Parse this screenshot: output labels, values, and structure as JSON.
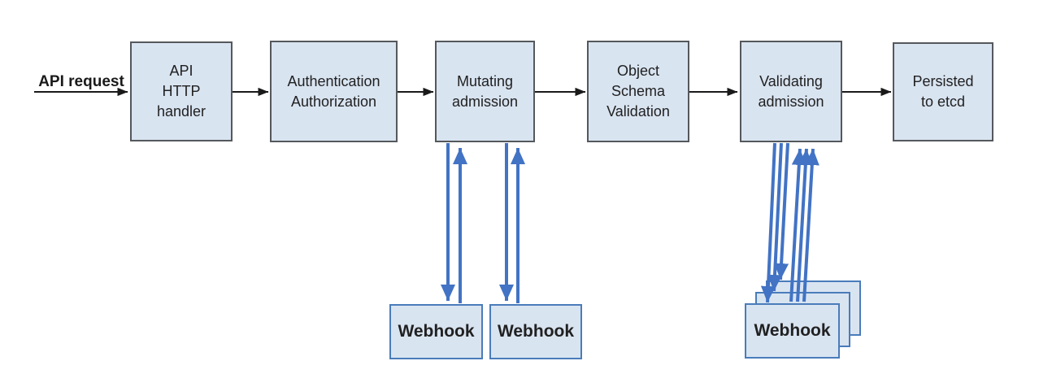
{
  "colors": {
    "box-fill": "#d9e4f1",
    "box-border": "#55585c",
    "webhook-border": "#4a7cba",
    "arrow-blue": "#4273c4",
    "arrow-black": "#1a1a1a",
    "text": "#212121"
  },
  "diagram": {
    "request_label": "API request",
    "nodes": [
      {
        "id": "api-http-handler",
        "label": "API\nHTTP\nhandler"
      },
      {
        "id": "authentication-authorization",
        "label": "Authentication\nAuthorization"
      },
      {
        "id": "mutating-admission",
        "label": "Mutating\nadmission"
      },
      {
        "id": "object-schema-validation",
        "label": "Object\nSchema\nValidation"
      },
      {
        "id": "validating-admission",
        "label": "Validating\nadmission"
      },
      {
        "id": "persisted-to-etcd",
        "label": "Persisted\nto etcd"
      }
    ],
    "webhooks": {
      "mutating": [
        {
          "label": "Webhook"
        },
        {
          "label": "Webhook"
        }
      ],
      "validating": {
        "label": "Webhook",
        "stack_count": 3
      }
    },
    "edges": [
      {
        "from": "api-request",
        "to": "api-http-handler",
        "style": "black-arrow"
      },
      {
        "from": "api-http-handler",
        "to": "authentication-authorization",
        "style": "black-arrow"
      },
      {
        "from": "authentication-authorization",
        "to": "mutating-admission",
        "style": "black-arrow"
      },
      {
        "from": "mutating-admission",
        "to": "object-schema-validation",
        "style": "black-arrow"
      },
      {
        "from": "object-schema-validation",
        "to": "validating-admission",
        "style": "black-arrow"
      },
      {
        "from": "validating-admission",
        "to": "persisted-to-etcd",
        "style": "black-arrow"
      },
      {
        "from": "mutating-admission",
        "to": "webhook-1",
        "style": "blue-bidirectional"
      },
      {
        "from": "mutating-admission",
        "to": "webhook-2",
        "style": "blue-bidirectional"
      },
      {
        "from": "validating-admission",
        "to": "webhook-stack",
        "style": "blue-bidirectional",
        "arrow_pairs": 3
      }
    ]
  }
}
